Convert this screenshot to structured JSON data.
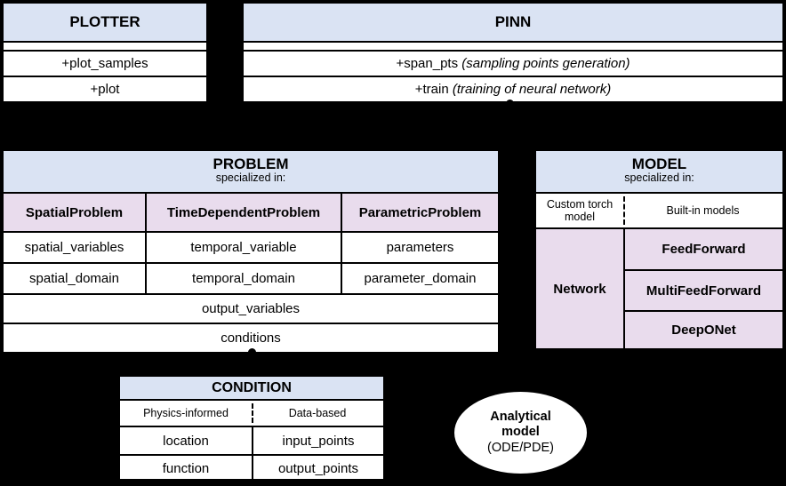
{
  "diagram": {
    "title_hidden": "PINA software architecture UML diagram",
    "colors": {
      "header_blue": "#dae3f3",
      "accent_pink": "#e9dced",
      "background": "#000000",
      "box_fill": "#ffffff",
      "stroke": "#000000"
    }
  },
  "plotter": {
    "title": "PLOTTER",
    "methods": [
      "+plot_samples",
      "+plot"
    ]
  },
  "pinn": {
    "title": "PINN",
    "methods": [
      {
        "name": "+span_pts",
        "note": "(sampling points generation)"
      },
      {
        "name": "+train",
        "note": "(training of neural network)"
      }
    ]
  },
  "problem": {
    "title": "PROBLEM",
    "subtitle": "specialized in:",
    "columns": [
      "SpatialProblem",
      "TimeDependentProblem",
      "ParametricProblem"
    ],
    "attribute_rows": [
      [
        "spatial_variables",
        "temporal_variable",
        "parameters"
      ],
      [
        "spatial_domain",
        "temporal_domain",
        "parameter_domain"
      ]
    ],
    "shared_rows": [
      "output_variables",
      "conditions"
    ]
  },
  "model": {
    "title": "MODEL",
    "subtitle": "specialized in:",
    "columns": [
      "Custom torch model",
      "Built-in models"
    ],
    "custom_label": "Network",
    "builtin_models": [
      "FeedForward",
      "MultiFeedForward",
      "DeepONet"
    ]
  },
  "condition": {
    "title": "CONDITION",
    "columns": [
      "Physics-informed",
      "Data-based"
    ],
    "rows": [
      [
        "location",
        "input_points"
      ],
      [
        "function",
        "output_points"
      ]
    ]
  },
  "analytical_model": {
    "line1": "Analytical",
    "line2": "model",
    "line3": "(ODE/PDE)"
  },
  "connectors": [
    {
      "name": "plotter-to-pinn",
      "marker": "association-circle"
    },
    {
      "name": "pinn-to-problem-and-model",
      "marker": "association-circle"
    },
    {
      "name": "problem-to-condition",
      "marker": "association-circle"
    },
    {
      "name": "analytical-model-to-condition",
      "marker": "arrow"
    }
  ]
}
